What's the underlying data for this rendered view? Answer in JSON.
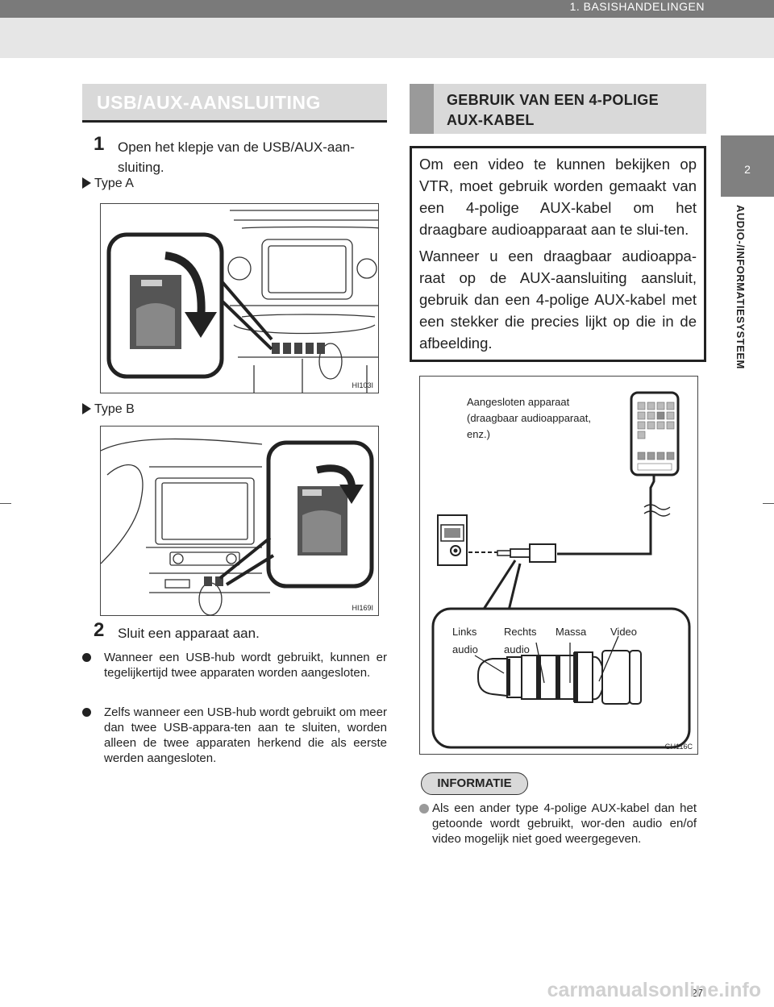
{
  "header": {
    "chapter": "1. BASISHANDELINGEN"
  },
  "side_tab": {
    "number": "2",
    "label": "AUDIO-/INFORMATIESYSTEEM"
  },
  "left": {
    "heading": "USB/AUX-AANSLUITING",
    "step1": {
      "num": "1",
      "text": "Open het klepje van de USB/AUX-aan-sluiting."
    },
    "type_a": "Type A",
    "fig_a_code": "HI103I",
    "type_b": "Type B",
    "fig_b_code": "HI169I",
    "step2": {
      "num": "2",
      "text": "Sluit een apparaat aan."
    },
    "bullets": [
      "Wanneer een USB-hub wordt gebruikt, kunnen er tegelijkertijd twee apparaten worden aangesloten.",
      "Zelfs wanneer een USB-hub wordt gebruikt om meer dan twee USB-appara-ten aan te sluiten, worden alleen de twee apparaten herkend die als eerste werden aangesloten."
    ]
  },
  "right": {
    "heading_line1": "GEBRUIK VAN EEN 4-POLIGE",
    "heading_line2": "AUX-KABEL",
    "intro": [
      "Om een video te kunnen bekijken op VTR, moet gebruik worden gemaakt van een 4-polige AUX-kabel om het draagbare audioapparaat aan te slui-ten.",
      "Wanneer u een draagbaar audioappa-raat op de AUX-aansluiting aansluit, gebruik dan een 4-polige AUX-kabel met een stekker die precies lijkt op die in de afbeelding."
    ],
    "diagram": {
      "device_line1": "Aangesloten apparaat",
      "device_line2": "(draagbaar audioapparaat,",
      "device_line3": "enz.)",
      "links_1": "Links",
      "links_2": "audio",
      "rechts_1": "Rechts",
      "rechts_2": "audio",
      "massa": "Massa",
      "video": "Video",
      "code": "GH116C"
    },
    "info_label": "INFORMATIE",
    "info_text": "Als een ander type 4-polige AUX-kabel dan het getoonde wordt gebruikt, wor-den audio en/of video mogelijk niet goed weergegeven."
  },
  "footer": {
    "page": "27",
    "watermark": "carmanualsonline.info"
  }
}
